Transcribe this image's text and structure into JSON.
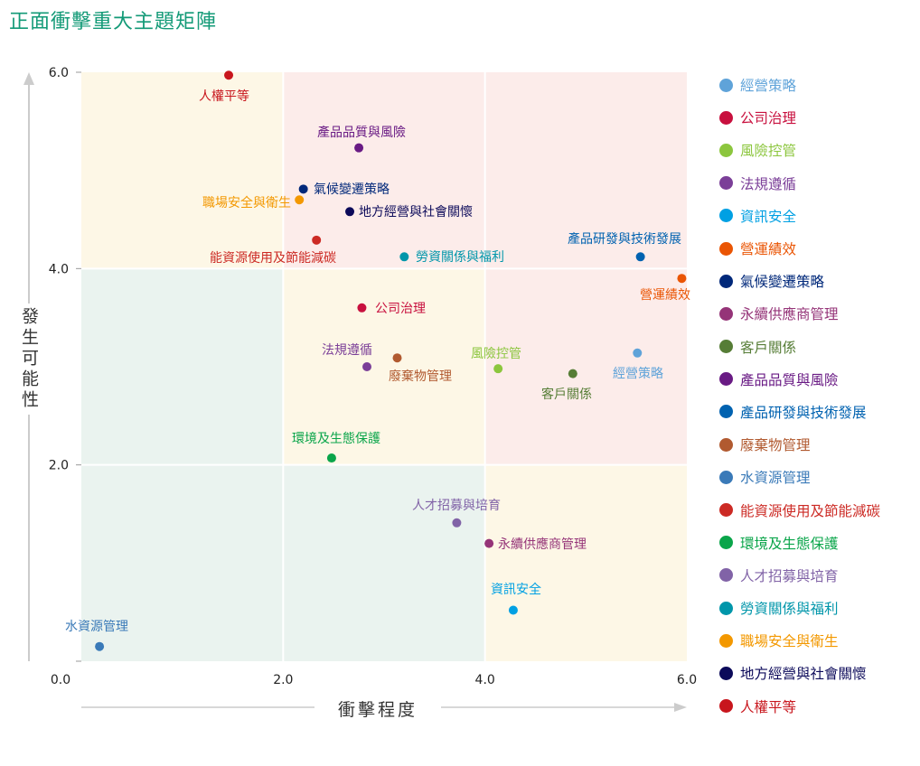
{
  "chart_data": {
    "type": "scatter",
    "title": "正面衝擊重大主題矩陣",
    "xlabel": "衝擊程度",
    "ylabel": "發生可能性",
    "xlim": [
      0,
      6
    ],
    "ylim": [
      0,
      6
    ],
    "xticks": [
      "0.0",
      "2.0",
      "4.0",
      "6.0"
    ],
    "yticks": [
      "2.0",
      "4.0",
      "6.0"
    ],
    "legend_position": "right",
    "points": [
      {
        "name": "經營策略",
        "x": 5.51,
        "y": 3.14,
        "color": "#5fa3d9"
      },
      {
        "name": "公司治理",
        "x": 2.78,
        "y": 3.6,
        "color": "#c8103e"
      },
      {
        "name": "風險控管",
        "x": 4.13,
        "y": 2.98,
        "color": "#8cc63e"
      },
      {
        "name": "法規遵循",
        "x": 2.83,
        "y": 3.0,
        "color": "#7b3f98"
      },
      {
        "name": "資訊安全",
        "x": 4.28,
        "y": 0.52,
        "color": "#00a0e3"
      },
      {
        "name": "營運績效",
        "x": 5.95,
        "y": 3.9,
        "color": "#ea5504"
      },
      {
        "name": "氣候變遷策略",
        "x": 2.2,
        "y": 4.81,
        "color": "#00287a"
      },
      {
        "name": "永續供應商管理",
        "x": 4.04,
        "y": 1.2,
        "color": "#953478"
      },
      {
        "name": "客戶關係",
        "x": 4.87,
        "y": 2.93,
        "color": "#567d36"
      },
      {
        "name": "產品品質與風險",
        "x": 2.75,
        "y": 5.23,
        "color": "#691a84"
      },
      {
        "name": "產品研發與技術發展",
        "x": 5.54,
        "y": 4.12,
        "color": "#0062b0"
      },
      {
        "name": "廢棄物管理",
        "x": 3.13,
        "y": 3.09,
        "color": "#b15a30"
      },
      {
        "name": "水資源管理",
        "x": 0.18,
        "y": 0.15,
        "color": "#3a7ab8"
      },
      {
        "name": "能資源使用及節能減碳",
        "x": 2.33,
        "y": 4.29,
        "color": "#cc2a24"
      },
      {
        "name": "環境及生態保護",
        "x": 2.48,
        "y": 2.07,
        "color": "#0aa54a"
      },
      {
        "name": "人才招募與培育",
        "x": 3.72,
        "y": 1.41,
        "color": "#8163a7"
      },
      {
        "name": "勞資關係與福利",
        "x": 3.2,
        "y": 4.12,
        "color": "#0096aa"
      },
      {
        "name": "職場安全與衛生",
        "x": 2.16,
        "y": 4.7,
        "color": "#f39800"
      },
      {
        "name": "地方經營與社會關懷",
        "x": 2.66,
        "y": 4.58,
        "color": "#0c0a5a"
      },
      {
        "name": "人權平等",
        "x": 1.46,
        "y": 5.97,
        "color": "#c8161d"
      }
    ]
  }
}
